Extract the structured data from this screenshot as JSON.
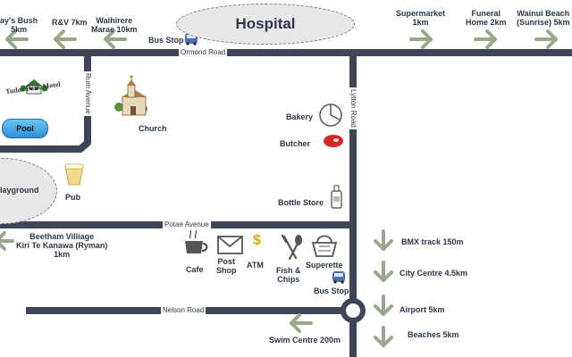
{
  "hospital": "Hospital",
  "roads": {
    "ormond": "Ormond Road",
    "potae": "Potae Avenue",
    "nelson": "Nelson Road",
    "lytton": "Lytton Road",
    "rum": "Rum Avenue"
  },
  "top_arrows": [
    {
      "label": "ay's Bush\n5km",
      "dir": "left"
    },
    {
      "label": "R&V 7km",
      "dir": "left"
    },
    {
      "label": "Waihirere\nMarae 10km",
      "dir": "left"
    },
    {
      "label": "Supermarket\n1km",
      "dir": "right"
    },
    {
      "label": "Funeral\nHome 2km",
      "dir": "right"
    },
    {
      "label": "Wainui Beach\n(Sunrise) 5km",
      "dir": "right"
    }
  ],
  "right_arrows": [
    {
      "label": "BMX track 150m"
    },
    {
      "label": "City Centre 4.5km"
    },
    {
      "label": "Airport 5km"
    },
    {
      "label": "Beaches 5km"
    }
  ],
  "other_arrows": {
    "beetham": "Beetham Villiage\nKiri Te Kanawa (Ryman)\n1km",
    "swim": "Swim Centre 200m"
  },
  "places": {
    "bus_stop_top": "Bus Stop",
    "bus_stop_bottom": "Bus Stop",
    "motel": "Tudor Park Motel",
    "pool": "Pool",
    "church": "Church",
    "bakery": "Bakery",
    "butcher": "Butcher",
    "bottle_store": "Bottle Store",
    "playground": "layground",
    "pub": "Pub",
    "cafe": "Cafe",
    "post_shop": "Post\nShop",
    "atm": "ATM",
    "fish_chips": "Fish &\nChips",
    "superette": "Superette"
  },
  "colors": {
    "road": "#3d4557",
    "arrow": "#9aa88a",
    "text": "#2d3748",
    "bubble": "#e8e8e8"
  }
}
